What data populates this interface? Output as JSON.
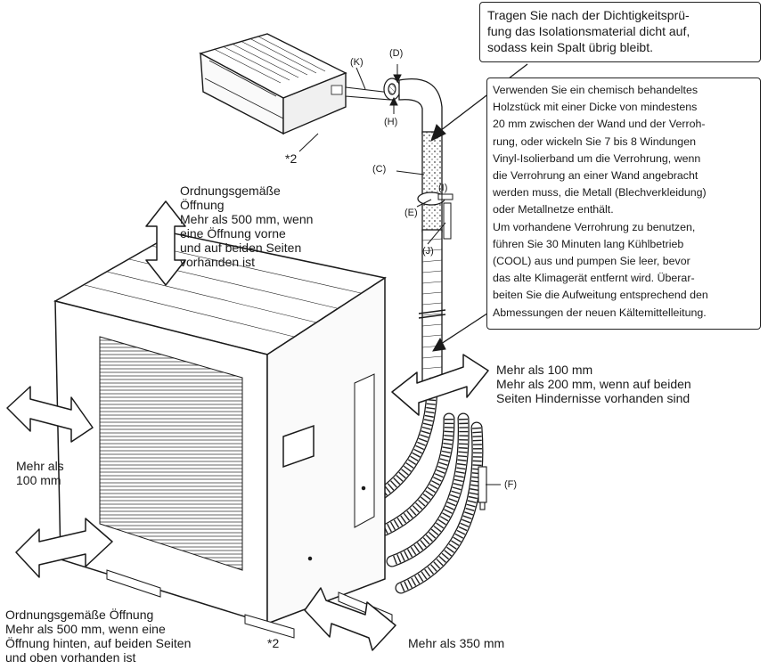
{
  "callouts": {
    "top_box": {
      "lines": [
        "Tragen Sie nach der Dichtigkeitsprü-",
        "fung das Isolationsmaterial dicht auf,",
        "sodass kein Spalt übrig bleibt."
      ]
    },
    "middle_box": {
      "lines": [
        "Verwenden Sie ein chemisch behandeltes",
        "Holzstück mit einer Dicke von mindestens",
        "20 mm zwischen der Wand und der Verroh-",
        "rung, oder wickeln Sie 7 bis 8 Windungen",
        "Vinyl-Isolierband um die Verrohrung, wenn",
        "die Verrohrung an einer Wand angebracht",
        "werden muss, die Metall (Blechverkleidung)",
        "oder Metallnetze enthält.",
        "Um vorhandene Verrohrung zu benutzen,",
        "führen Sie 30 Minuten lang Kühlbetrieb",
        "(COOL) aus und pumpen Sie leer, bevor",
        "das alte Klimagerät entfernt wird. Überar-",
        "beiten Sie die Aufweitung entsprechend den",
        "Abmessungen der neuen Kältemittelleitung."
      ]
    }
  },
  "annotations": {
    "top_opening": [
      "Ordnungsgemäße",
      "Öffnung",
      "Mehr als 500 mm, wenn",
      "eine Öffnung vorne",
      "und auf beiden Seiten",
      "vorhanden ist"
    ],
    "right_clearance": [
      "Mehr als 100 mm",
      "Mehr als 200 mm, wenn auf beiden",
      "Seiten Hindernisse vorhanden sind"
    ],
    "left_clearance": [
      "Mehr als",
      "100 mm"
    ],
    "bottom_opening": [
      "Ordnungsgemäße Öffnung",
      "Mehr als 500 mm, wenn eine",
      "Öffnung hinten, auf beiden Seiten",
      "und oben vorhanden ist"
    ],
    "bottom_right_clearance": "Mehr als 350 mm",
    "note_indoor": "*2",
    "note_outdoor": "*2"
  },
  "part_labels": {
    "D": "(D)",
    "K": "(K)",
    "H": "(H)",
    "C": "(C)",
    "I": "(I)",
    "E": "(E)",
    "J": "(J)",
    "F": "(F)"
  }
}
